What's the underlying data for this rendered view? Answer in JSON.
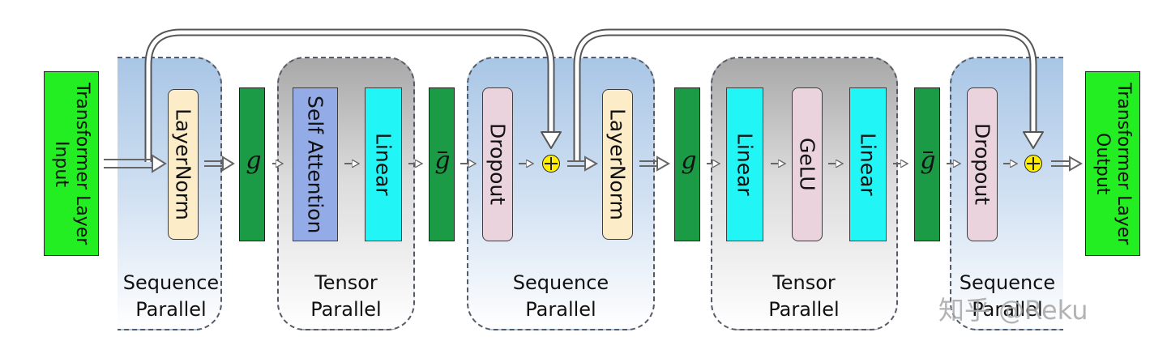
{
  "diagram": {
    "input": {
      "line1": "Transformer Layer",
      "line2": "Input"
    },
    "output": {
      "line1": "Transformer Layer",
      "line2": "Output"
    },
    "regions": {
      "sequence_parallel_1": {
        "line1": "Sequence",
        "line2": "Parallel"
      },
      "tensor_parallel_1": {
        "line1": "Tensor",
        "line2": "Parallel"
      },
      "sequence_parallel_2": {
        "line1": "Sequence",
        "line2": "Parallel"
      },
      "tensor_parallel_2": {
        "line1": "Tensor",
        "line2": "Parallel"
      },
      "sequence_parallel_3": {
        "line1": "Sequence",
        "line2": "Parallel"
      }
    },
    "blocks": {
      "layernorm_1": "LayerNorm",
      "self_attention": "Self Attention",
      "linear_1": "Linear",
      "dropout_1": "Dropout",
      "layernorm_2": "LayerNorm",
      "linear_2": "Linear",
      "gelu": "GeLU",
      "linear_3": "Linear",
      "dropout_2": "Dropout"
    },
    "operators": {
      "g1": "g",
      "gbar1": "g",
      "g2": "g",
      "gbar2": "g"
    },
    "watermark": "知乎 @Reku"
  },
  "colors": {
    "io_green": "#22ee22",
    "operator_green": "#1b9b45",
    "layernorm": "#fcecc8",
    "self_attention": "#93abe6",
    "linear": "#22f5f5",
    "dropout_gelu": "#ead3dd",
    "adder": "#ffee00"
  }
}
